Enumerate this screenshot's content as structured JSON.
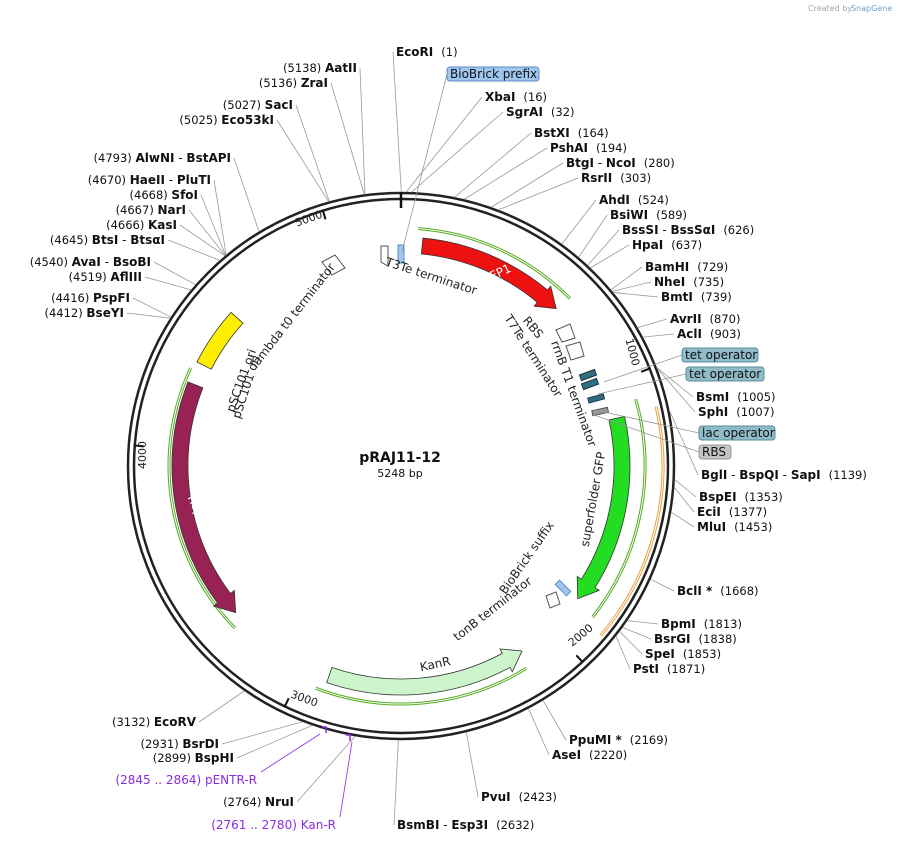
{
  "header": {
    "created_by": "Created by",
    "brand": "SnapGene"
  },
  "plasmid": {
    "name": "pRAJ11-12",
    "length_bp": 5248,
    "size_label": "5248 bp"
  },
  "ticks": [
    "1000",
    "2000",
    "3000",
    "4000",
    "5000"
  ],
  "enzymes": [
    {
      "parts": [
        {
          "name": "EcoRI"
        }
      ],
      "pos": "(1)",
      "bp": 1,
      "side": "R"
    },
    {
      "parts": [
        {
          "name": "XbaI"
        }
      ],
      "pos": "(16)",
      "bp": 16,
      "side": "R"
    },
    {
      "parts": [
        {
          "name": "SgrAI"
        }
      ],
      "pos": "(32)",
      "bp": 32,
      "side": "R"
    },
    {
      "parts": [
        {
          "name": "BstXI"
        }
      ],
      "pos": "(164)",
      "bp": 164,
      "side": "R"
    },
    {
      "parts": [
        {
          "name": "PshAI"
        }
      ],
      "pos": "(194)",
      "bp": 194,
      "side": "R"
    },
    {
      "parts": [
        {
          "name": "BtgI"
        },
        {
          "name": "NcoI"
        }
      ],
      "pos": "(280)",
      "bp": 280,
      "side": "R"
    },
    {
      "parts": [
        {
          "name": "RsrII"
        }
      ],
      "pos": "(303)",
      "bp": 303,
      "side": "R"
    },
    {
      "parts": [
        {
          "name": "AhdI"
        }
      ],
      "pos": "(524)",
      "bp": 524,
      "side": "R"
    },
    {
      "parts": [
        {
          "name": "BsiWI"
        }
      ],
      "pos": "(589)",
      "bp": 589,
      "side": "R"
    },
    {
      "parts": [
        {
          "name": "BssSI"
        },
        {
          "name": "BssSαI"
        }
      ],
      "pos": "(626)",
      "bp": 626,
      "side": "R"
    },
    {
      "parts": [
        {
          "name": "HpaI"
        }
      ],
      "pos": "(637)",
      "bp": 637,
      "side": "R"
    },
    {
      "parts": [
        {
          "name": "BamHI"
        }
      ],
      "pos": "(729)",
      "bp": 729,
      "side": "R"
    },
    {
      "parts": [
        {
          "name": "NheI"
        }
      ],
      "pos": "(735)",
      "bp": 735,
      "side": "R"
    },
    {
      "parts": [
        {
          "name": "BmtI"
        }
      ],
      "pos": "(739)",
      "bp": 739,
      "side": "R"
    },
    {
      "parts": [
        {
          "name": "AvrII"
        }
      ],
      "pos": "(870)",
      "bp": 870,
      "side": "R"
    },
    {
      "parts": [
        {
          "name": "AclI"
        }
      ],
      "pos": "(903)",
      "bp": 903,
      "side": "R"
    },
    {
      "parts": [
        {
          "name": "BsmI"
        }
      ],
      "pos": "(1005)",
      "bp": 1005,
      "side": "R"
    },
    {
      "parts": [
        {
          "name": "SphI"
        }
      ],
      "pos": "(1007)",
      "bp": 1007,
      "side": "R"
    },
    {
      "parts": [
        {
          "name": "BglI"
        },
        {
          "name": "BspQI"
        },
        {
          "name": "SapI"
        }
      ],
      "pos": "(1139)",
      "bp": 1139,
      "side": "R"
    },
    {
      "parts": [
        {
          "name": "BspEI"
        }
      ],
      "pos": "(1353)",
      "bp": 1353,
      "side": "R"
    },
    {
      "parts": [
        {
          "name": "EciI"
        }
      ],
      "pos": "(1377)",
      "bp": 1377,
      "side": "R"
    },
    {
      "parts": [
        {
          "name": "MluI"
        }
      ],
      "pos": "(1453)",
      "bp": 1453,
      "side": "R"
    },
    {
      "parts": [
        {
          "name": "BclI *"
        }
      ],
      "pos": "(1668)",
      "bp": 1668,
      "side": "R"
    },
    {
      "parts": [
        {
          "name": "BpmI"
        }
      ],
      "pos": "(1813)",
      "bp": 1813,
      "side": "R"
    },
    {
      "parts": [
        {
          "name": "BsrGI"
        }
      ],
      "pos": "(1838)",
      "bp": 1838,
      "side": "R"
    },
    {
      "parts": [
        {
          "name": "SpeI"
        }
      ],
      "pos": "(1853)",
      "bp": 1853,
      "side": "R"
    },
    {
      "parts": [
        {
          "name": "PstI"
        }
      ],
      "pos": "(1871)",
      "bp": 1871,
      "side": "R"
    },
    {
      "parts": [
        {
          "name": "PpuMI *"
        }
      ],
      "pos": "(2169)",
      "bp": 2169,
      "side": "R"
    },
    {
      "parts": [
        {
          "name": "AseI"
        }
      ],
      "pos": "(2220)",
      "bp": 2220,
      "side": "R"
    },
    {
      "parts": [
        {
          "name": "PvuI"
        }
      ],
      "pos": "(2423)",
      "bp": 2423,
      "side": "R"
    },
    {
      "parts": [
        {
          "name": "BsmBI"
        },
        {
          "name": "Esp3I"
        }
      ],
      "pos": "(2632)",
      "bp": 2632,
      "side": "R"
    },
    {
      "parts": [
        {
          "name": "NruI"
        }
      ],
      "pos": "(2764)",
      "bp": 2764,
      "side": "L"
    },
    {
      "parts": [
        {
          "name": "BspHI"
        }
      ],
      "pos": "(2899)",
      "bp": 2899,
      "side": "L"
    },
    {
      "parts": [
        {
          "name": "BsrDI"
        }
      ],
      "pos": "(2931)",
      "bp": 2931,
      "side": "L"
    },
    {
      "parts": [
        {
          "name": "EcoRV"
        }
      ],
      "pos": "(3132)",
      "bp": 3132,
      "side": "L"
    },
    {
      "parts": [
        {
          "name": "BseYI"
        }
      ],
      "pos": "(4412)",
      "bp": 4412,
      "side": "L"
    },
    {
      "parts": [
        {
          "name": "PspFI"
        }
      ],
      "pos": "(4416)",
      "bp": 4416,
      "side": "L"
    },
    {
      "parts": [
        {
          "name": "AflIII"
        }
      ],
      "pos": "(4519)",
      "bp": 4519,
      "side": "L"
    },
    {
      "parts": [
        {
          "name": "AvaI"
        },
        {
          "name": "BsoBI"
        }
      ],
      "pos": "(4540)",
      "bp": 4540,
      "side": "L"
    },
    {
      "parts": [
        {
          "name": "BtsI"
        },
        {
          "name": "BtsαI"
        }
      ],
      "pos": "(4645)",
      "bp": 4645,
      "side": "L"
    },
    {
      "parts": [
        {
          "name": "KasI"
        }
      ],
      "pos": "(4666)",
      "bp": 4666,
      "side": "L"
    },
    {
      "parts": [
        {
          "name": "NarI"
        }
      ],
      "pos": "(4667)",
      "bp": 4667,
      "side": "L"
    },
    {
      "parts": [
        {
          "name": "SfoI"
        }
      ],
      "pos": "(4668)",
      "bp": 4668,
      "side": "L"
    },
    {
      "parts": [
        {
          "name": "HaeII"
        },
        {
          "name": "PluTI"
        }
      ],
      "pos": "(4670)",
      "bp": 4670,
      "side": "L"
    },
    {
      "parts": [
        {
          "name": "AlwNI"
        },
        {
          "name": "BstAPI"
        }
      ],
      "pos": "(4793)",
      "bp": 4793,
      "side": "L"
    },
    {
      "parts": [
        {
          "name": "Eco53kI"
        }
      ],
      "pos": "(5025)",
      "bp": 5025,
      "side": "L"
    },
    {
      "parts": [
        {
          "name": "SacI"
        }
      ],
      "pos": "(5027)",
      "bp": 5027,
      "side": "L"
    },
    {
      "parts": [
        {
          "name": "ZraI"
        }
      ],
      "pos": "(5136)",
      "bp": 5136,
      "side": "L"
    },
    {
      "parts": [
        {
          "name": "AatII"
        }
      ],
      "pos": "(5138)",
      "bp": 5138,
      "side": "L"
    }
  ],
  "boxed_features": [
    {
      "label": "BioBrick prefix",
      "style": "blue"
    },
    {
      "label": "tet operator",
      "style": "teal"
    },
    {
      "label": "tet operator",
      "style": "teal"
    },
    {
      "label": "lac operator",
      "style": "teal"
    },
    {
      "label": "RBS",
      "style": "gray"
    }
  ],
  "primers": [
    {
      "range": "(2845 .. 2864)",
      "name": "pENTR-R"
    },
    {
      "range": "(2761 .. 2780)",
      "name": "Kan-R"
    }
  ],
  "features": [
    {
      "name": "mRFP1",
      "color": "#ee1111",
      "start": 80,
      "end": 650,
      "dir": "cw"
    },
    {
      "name": "superfolder GFP",
      "color": "#22dd22",
      "start": 1130,
      "end": 1850,
      "dir": "cw"
    },
    {
      "name": "KanR",
      "color": "#ccf5cc",
      "start": 2140,
      "end": 2900,
      "dir": "ccw"
    },
    {
      "name": "Rep101",
      "color": "#992255",
      "start": 3330,
      "end": 4250,
      "dir": "ccw"
    },
    {
      "name": "pSC101 ori",
      "color": "#ffee00",
      "start": 4330,
      "end": 4550,
      "dir": "none"
    }
  ],
  "feature_labels": [
    "T3Te terminator",
    "RBS",
    "T7Te terminator",
    "rrnB T1 terminator",
    "lambda t0 terminator",
    "pSC101 ori",
    "BioBrick suffix",
    "tonB terminator"
  ],
  "colors": {
    "mRFP1": "#ee1111",
    "gfp": "#22dd22",
    "kanr": "#ccf5cc",
    "rep101": "#992255",
    "ori": "#ffee00",
    "orf_green": "#55aa22",
    "orf_orange": "#e8a040",
    "primer": "#8a2be2"
  }
}
